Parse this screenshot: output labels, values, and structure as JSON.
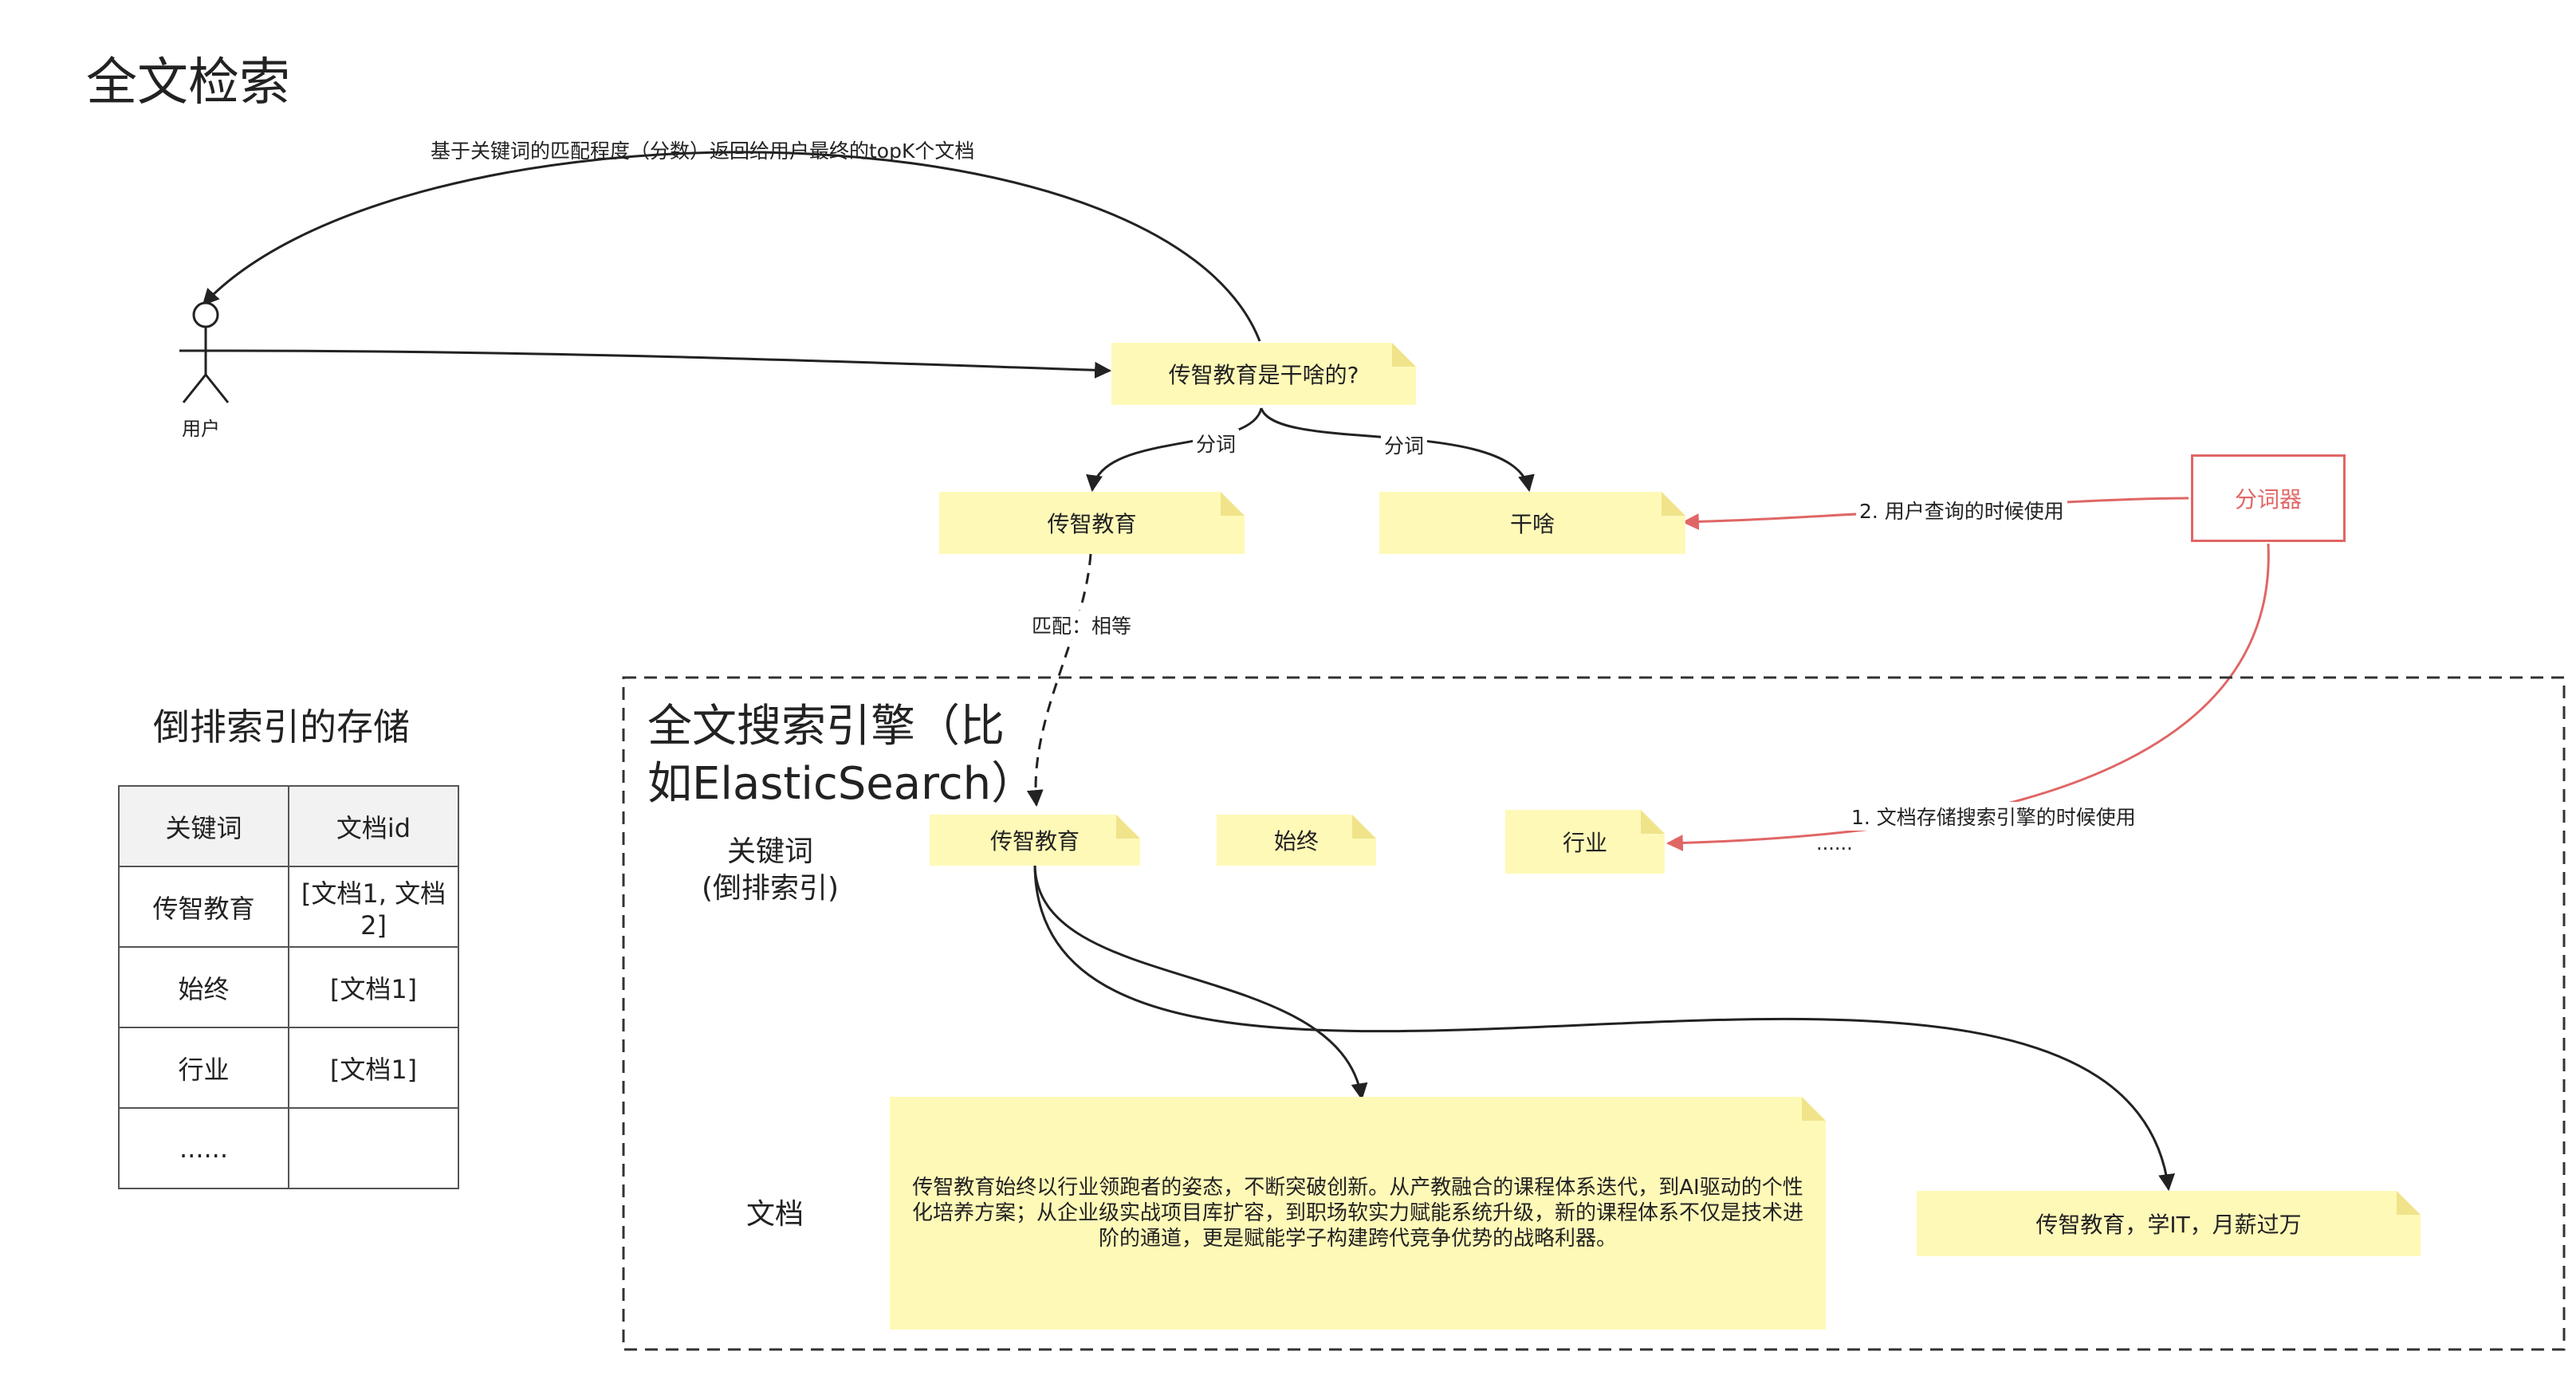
{
  "title": "全文检索",
  "user": {
    "label": "用户"
  },
  "query": {
    "text": "传智教育是干啥的?"
  },
  "return_label": "基于关键词的匹配程度（分数）返回给用户最终的topK个文档",
  "split_label_left": "分词",
  "split_label_right": "分词",
  "tokens": {
    "a": "传智教育",
    "b": "干啥"
  },
  "match_label": "匹配：相等",
  "tokenizer": {
    "label": "分词器",
    "color": "#e06666"
  },
  "usage_query": "2. 用户查询的时候使用",
  "usage_store": "1. 文档存储搜索引擎的时候使用",
  "engine": {
    "title_line1": "全文搜索引擎（比",
    "title_line2": "如ElasticSearch）",
    "kw_label_line1": "关键词",
    "kw_label_line2": "(倒排索引)",
    "doc_label": "文档",
    "keywords": [
      "传智教育",
      "始终",
      "行业"
    ],
    "ellipsis": "......",
    "doc1": "传智教育始终以行业领跑者的姿态，不断突破创新。从产教融合的课程体系迭代，到AI驱动的个性化培养方案；从企业级实战项目库扩容，到职场软实力赋能系统升级，新的课程体系不仅是技术进阶的通道，更是赋能学子构建跨代竞争优势的战略利器。",
    "doc2": "传智教育，学IT，月薪过万"
  },
  "inverted": {
    "title": "倒排索引的存储",
    "headers": [
      "关键词",
      "文档id"
    ],
    "rows": [
      [
        "传智教育",
        "[文档1, 文档2]"
      ],
      [
        "始终",
        "[文档1]"
      ],
      [
        "行业",
        "[文档1]"
      ],
      [
        "......",
        ""
      ]
    ]
  },
  "colors": {
    "note": "#fff9b8",
    "accent_red": "#e06666",
    "line": "#222222"
  }
}
